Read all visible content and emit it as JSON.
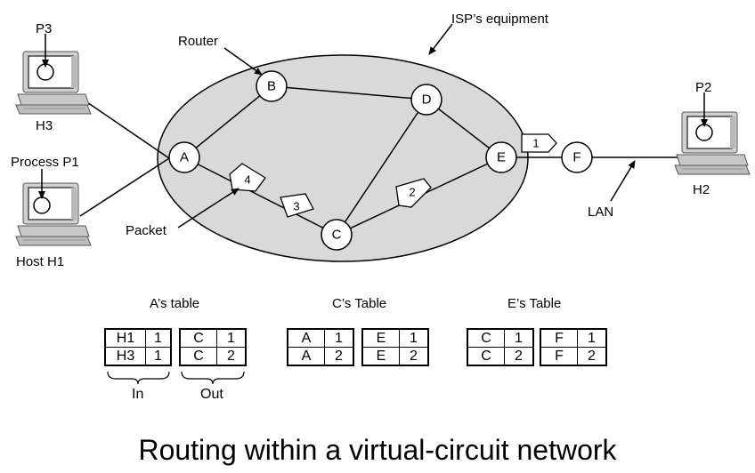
{
  "labels": {
    "isp": "ISP’s equipment",
    "router": "Router",
    "packet": "Packet",
    "lan": "LAN",
    "process_p1": "Process P1",
    "host_h1": "Host H1",
    "p3": "P3",
    "h3": "H3",
    "p2": "P2",
    "h2": "H2"
  },
  "nodes": {
    "A": "A",
    "B": "B",
    "C": "C",
    "D": "D",
    "E": "E",
    "F": "F"
  },
  "packets": [
    "1",
    "2",
    "3",
    "4"
  ],
  "tables": {
    "a": {
      "title": "A’s table",
      "in": [
        [
          "H1",
          "1"
        ],
        [
          "H3",
          "1"
        ]
      ],
      "out": [
        [
          "C",
          "1"
        ],
        [
          "C",
          "2"
        ]
      ],
      "in_label": "In",
      "out_label": "Out"
    },
    "c": {
      "title": "C’s Table",
      "in": [
        [
          "A",
          "1"
        ],
        [
          "A",
          "2"
        ]
      ],
      "out": [
        [
          "E",
          "1"
        ],
        [
          "E",
          "2"
        ]
      ]
    },
    "e": {
      "title": "E’s Table",
      "in": [
        [
          "C",
          "1"
        ],
        [
          "C",
          "2"
        ]
      ],
      "out": [
        [
          "F",
          "1"
        ],
        [
          "F",
          "2"
        ]
      ]
    }
  },
  "caption": "Routing within a virtual-circuit network",
  "colors": {
    "ellipse_fill": "#d9d9d9",
    "computer_body": "#cfcfcf",
    "line": "#000000"
  }
}
